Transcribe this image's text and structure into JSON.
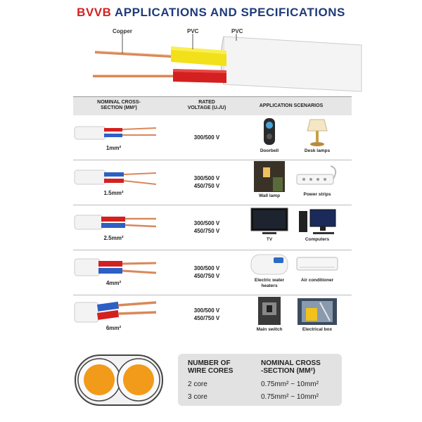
{
  "header": {
    "brand": "BVVB",
    "title_rest": " APPLICATIONS AND SPECIFICATIONS"
  },
  "hero": {
    "labels": {
      "copper": "Copper",
      "pvc1": "PVC",
      "pvc2": "PVC"
    }
  },
  "table": {
    "headers": {
      "section": "NOMINAL CROSS-\nSECTION (MM²)",
      "voltage": "RATED\nVOLTAGE (U₀/U)",
      "scenarios": "APPLICATION SCENARIOS"
    },
    "rows": [
      {
        "size": "1mm²",
        "voltage": "300/500 V",
        "scen1": "Doorbell",
        "scen2": "Desk lamps",
        "icon1": "doorbell-icon",
        "icon2": "desk-lamp-icon"
      },
      {
        "size": "1.5mm²",
        "voltage": "300/500 V\n450/750 V",
        "scen1": "Wall lamp",
        "scen2": "Power strips",
        "icon1": "wall-lamp-icon",
        "icon2": "power-strip-icon"
      },
      {
        "size": "2.5mm²",
        "voltage": "300/500 V\n450/750 V",
        "scen1": "TV",
        "scen2": "Computers",
        "icon1": "tv-icon",
        "icon2": "computer-icon"
      },
      {
        "size": "4mm²",
        "voltage": "300/500 V\n450/750 V",
        "scen1": "Electric water\nheaters",
        "scen2": "Air conditioner",
        "icon1": "water-heater-icon",
        "icon2": "air-conditioner-icon"
      },
      {
        "size": "6mm²",
        "voltage": "300/500 V\n450/750 V",
        "scen1": "Main switch",
        "scen2": "Electrical box",
        "icon1": "main-switch-icon",
        "icon2": "electrical-box-icon"
      }
    ]
  },
  "spec": {
    "col1_header": "NUMBER OF\nWIRE CORES",
    "col2_header": "NOMINAL CROSS\n-SECTION (MM²)",
    "rows": [
      {
        "cores": "2 core",
        "section": "0.75mm² ~ 10mm²"
      },
      {
        "cores": "3 core",
        "section": "0.75mm² ~ 10mm²"
      }
    ]
  },
  "colors": {
    "brand_red": "#d42020",
    "title_blue": "#1f3a7a",
    "copper": "#d9885a",
    "pvc_yellow": "#f2e01a",
    "pvc_red": "#d42020",
    "core_orange": "#f29a1a"
  }
}
